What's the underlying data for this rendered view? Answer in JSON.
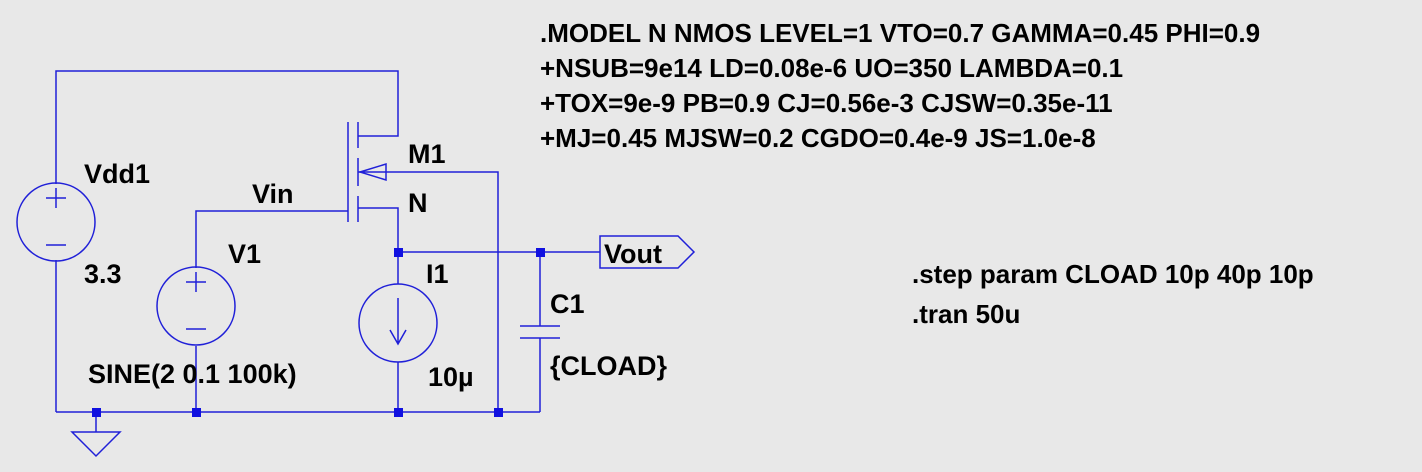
{
  "colors": {
    "background": "#e8e8e8",
    "wire": "#2020d8",
    "junction": "#1010e0",
    "text": "#000000"
  },
  "components": {
    "vdd1": {
      "name": "Vdd1",
      "value": "3.3"
    },
    "v1": {
      "name": "V1",
      "value": "SINE(2 0.1 100k)"
    },
    "m1": {
      "name": "M1",
      "model": "N"
    },
    "i1": {
      "name": "I1",
      "value": "10µ"
    },
    "c1": {
      "name": "C1",
      "value": "{CLOAD}"
    }
  },
  "net_labels": {
    "vin": "Vin",
    "vout": "Vout"
  },
  "directives": {
    "model": [
      ".MODEL N NMOS LEVEL=1 VTO=0.7 GAMMA=0.45 PHI=0.9",
      "+NSUB=9e14 LD=0.08e-6 UO=350 LAMBDA=0.1",
      "+TOX=9e-9 PB=0.9 CJ=0.56e-3 CJSW=0.35e-11",
      "+MJ=0.45 MJSW=0.2 CGDO=0.4e-9 JS=1.0e-8"
    ],
    "sim": [
      ".step param CLOAD 10p 40p 10p",
      ".tran 50u"
    ]
  }
}
